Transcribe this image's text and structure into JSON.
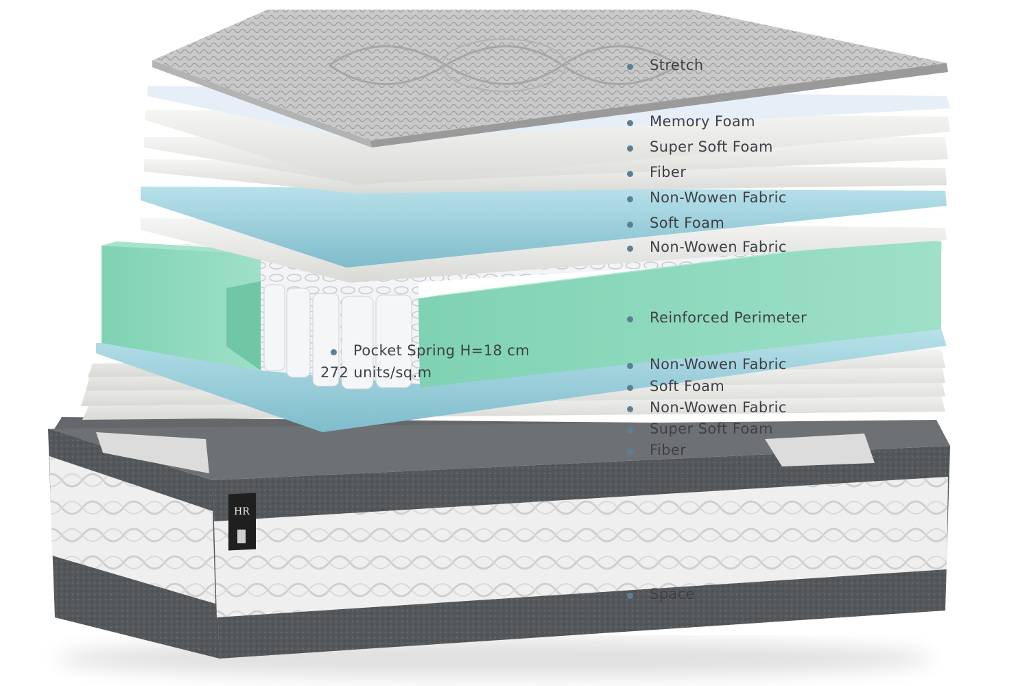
{
  "colors": {
    "dot": "#5d7f94",
    "label_text": "#3f3f46",
    "reinforced_perimeter_foam": "#8fd9bf",
    "blue_foam": "#9fd3df",
    "gray_layer": "#e6e6e4",
    "mattress_dark_band": "#5b5d60",
    "mattress_light_band": "#f3f3f3"
  },
  "icons": {
    "bullet": "circle-bullet-icon",
    "brand_tag": "HR-brand-tag-icon"
  },
  "brand_tag": {
    "text": "HR"
  },
  "layers": [
    {
      "key": "stretch",
      "label": "Stretch"
    },
    {
      "key": "memory_foam",
      "label": "Memory Foam"
    },
    {
      "key": "super_soft_foam_top",
      "label": "Super Soft Foam"
    },
    {
      "key": "fiber_top",
      "label": "Fiber"
    },
    {
      "key": "non_wowen_1",
      "label": "Non-Wowen Fabric"
    },
    {
      "key": "soft_foam_top",
      "label": "Soft Foam"
    },
    {
      "key": "non_wowen_2",
      "label": "Non-Wowen Fabric"
    },
    {
      "key": "reinforced_perimeter",
      "label": "Reinforced Perimeter"
    },
    {
      "key": "non_wowen_3",
      "label": "Non-Wowen Fabric"
    },
    {
      "key": "soft_foam_bottom",
      "label": "Soft Foam"
    },
    {
      "key": "non_wowen_4",
      "label": "Non-Wowen Fabric"
    },
    {
      "key": "super_soft_foam_bottom",
      "label": "Super Soft Foam"
    },
    {
      "key": "fiber_bottom",
      "label": "Fiber"
    },
    {
      "key": "space",
      "label": "Space"
    }
  ],
  "pocket_spring": {
    "label": "Pocket Spring H=18 cm",
    "sublabel": "272 units/sq.m"
  }
}
